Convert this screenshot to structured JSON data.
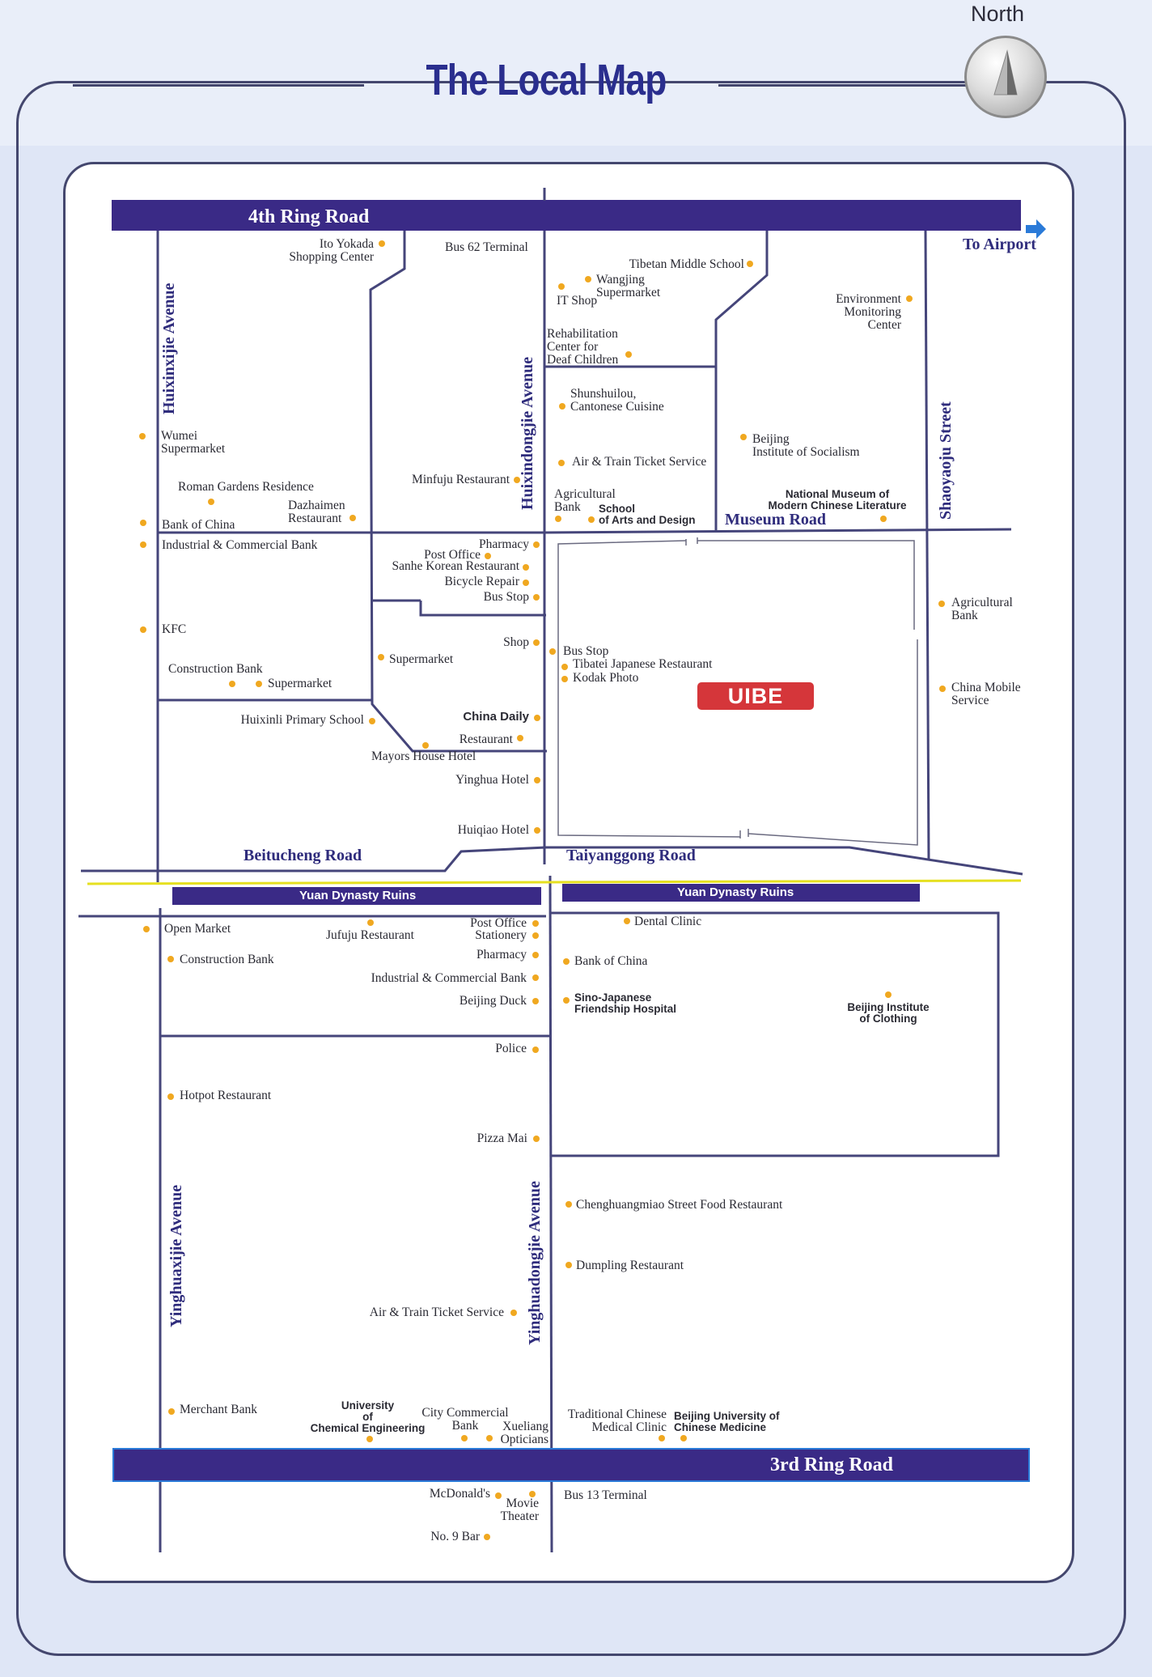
{
  "header": {
    "title": "The Local Map",
    "north": "North"
  },
  "colors": {
    "road_bar": "#3a2a86",
    "road_line": "#45457a",
    "poi": "#f0a820",
    "ruins": "#e6e020",
    "uibe": "#d5363a",
    "arrow": "#2a7ad8"
  },
  "roads": {
    "ring4": "4th Ring Road",
    "ring3": "3rd Ring Road",
    "to_airport": "To Airport",
    "museum": "Museum Road",
    "beitucheng": "Beitucheng Road",
    "taiyanggong": "Taiyanggong Road",
    "ruins_left": "Yuan Dynasty Ruins",
    "ruins_right": "Yuan Dynasty Ruins",
    "huixinxijie": "Huixinxijie Avenue",
    "huixindongjie": "Huixindongjie Avenue",
    "shaoyaoju": "Shaoyaoju Street",
    "yinghuaxijie": "Yinghuaxijie Avenue",
    "yinghuadongjie": "Yinghuadongjie Avenue"
  },
  "landmark": "UIBE",
  "pois": [
    {
      "text": "Ito Yokada\nShopping Center"
    },
    {
      "text": "Bus 62 Terminal"
    },
    {
      "text": "Tibetan Middle School"
    },
    {
      "text": "Wangjing\nSupermarket"
    },
    {
      "text": "IT Shop"
    },
    {
      "text": "Rehabilitation\nCenter for\nDeaf Children"
    },
    {
      "text": "Environment\nMonitoring\nCenter"
    },
    {
      "text": "Shunshuilou,\nCantonese Cuisine"
    },
    {
      "text": "Wumei\nSupermarket"
    },
    {
      "text": "Beijing\nInstitute of Socialism"
    },
    {
      "text": "Air & Train Ticket Service"
    },
    {
      "text": "Roman Gardens Residence"
    },
    {
      "text": "Minfuju Restaurant"
    },
    {
      "text": "Dazhaimen\nRestaurant"
    },
    {
      "text": "Bank of China"
    },
    {
      "text": "Agricultural\nBank"
    },
    {
      "text": "School\nof Arts and Design"
    },
    {
      "text": "National Museum of\nModern Chinese Literature"
    },
    {
      "text": "Industrial & Commercial Bank"
    },
    {
      "text": "Pharmacy"
    },
    {
      "text": "Post Office"
    },
    {
      "text": "Sanhe Korean Restaurant"
    },
    {
      "text": "Bicycle Repair"
    },
    {
      "text": "Bus Stop"
    },
    {
      "text": "Agricultural\nBank"
    },
    {
      "text": "KFC"
    },
    {
      "text": "Shop"
    },
    {
      "text": "Supermarket"
    },
    {
      "text": "Bus Stop"
    },
    {
      "text": "Tibatei Japanese Restaurant"
    },
    {
      "text": "Kodak Photo"
    },
    {
      "text": "Construction Bank"
    },
    {
      "text": "Supermarket"
    },
    {
      "text": "China Mobile\nService"
    },
    {
      "text": "Huixinli Primary School"
    },
    {
      "text": "China Daily"
    },
    {
      "text": "Restaurant"
    },
    {
      "text": "Mayors House Hotel"
    },
    {
      "text": "Yinghua Hotel"
    },
    {
      "text": "Huiqiao Hotel"
    },
    {
      "text": "Open Market"
    },
    {
      "text": "Jufuju Restaurant"
    },
    {
      "text": "Post Office"
    },
    {
      "text": "Stationery"
    },
    {
      "text": "Dental Clinic"
    },
    {
      "text": "Construction Bank"
    },
    {
      "text": "Pharmacy"
    },
    {
      "text": "Bank of China"
    },
    {
      "text": "Industrial & Commercial Bank"
    },
    {
      "text": "Sino-Japanese\nFriendship Hospital"
    },
    {
      "text": "Beijing Institute\nof Clothing"
    },
    {
      "text": "Beijing Duck"
    },
    {
      "text": "Police"
    },
    {
      "text": "Hotpot Restaurant"
    },
    {
      "text": "Pizza Mai"
    },
    {
      "text": "Chenghuangmiao Street Food Restaurant"
    },
    {
      "text": "Dumpling Restaurant"
    },
    {
      "text": "Air & Train Ticket Service"
    },
    {
      "text": "Merchant Bank"
    },
    {
      "text": "University\nof\nChemical Engineering"
    },
    {
      "text": "City Commercial\nBank"
    },
    {
      "text": "Xueliang\nOpticians"
    },
    {
      "text": "Traditional Chinese\nMedical Clinic"
    },
    {
      "text": "Beijing University of\nChinese Medicine"
    },
    {
      "text": "McDonald's"
    },
    {
      "text": "Movie\nTheater"
    },
    {
      "text": "Bus 13 Terminal"
    },
    {
      "text": "No. 9 Bar"
    }
  ]
}
